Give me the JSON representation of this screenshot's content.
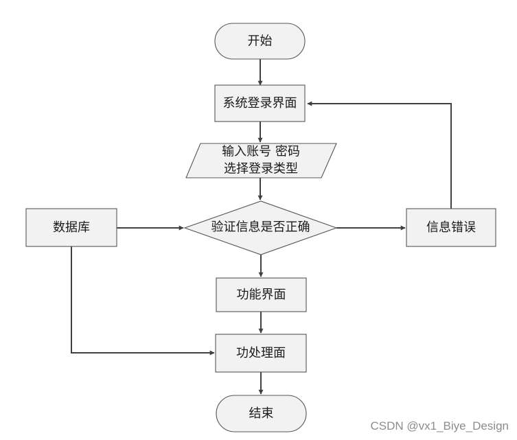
{
  "nodes": {
    "start": "开始",
    "login_screen": "系统登录界面",
    "input_line1": "输入账号 密码",
    "input_line2": "选择登录类型",
    "verify": "验证信息是否正确",
    "database": "数据库",
    "error": "信息错误",
    "function_screen": "功能界面",
    "process_screen": "功处理面",
    "end": "结束"
  },
  "watermark": "CSDN @vx1_Biye_Design",
  "colors": {
    "shape_fill": "#f2f2f2",
    "shape_stroke": "#555555",
    "edge": "#404040",
    "watermark": "#8c8c8c"
  }
}
